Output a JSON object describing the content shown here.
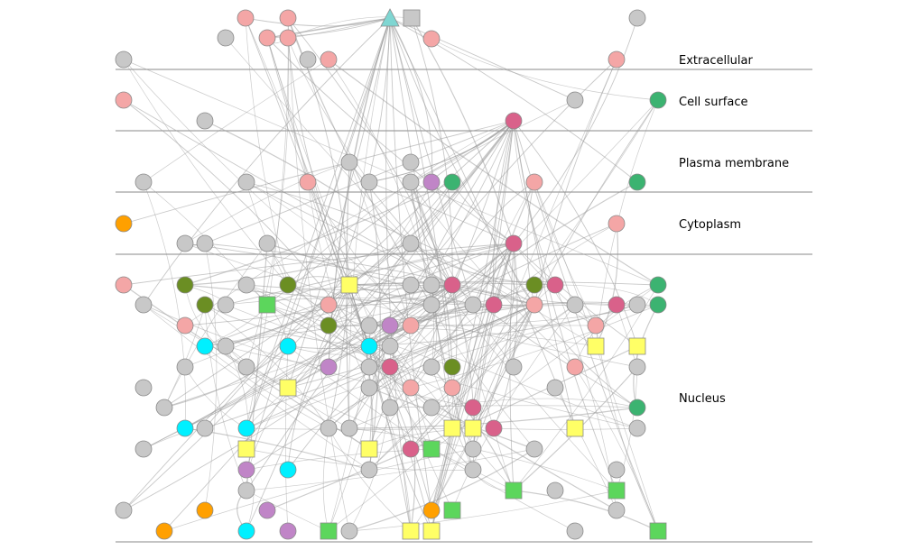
{
  "diagram": {
    "compartments": [
      {
        "id": "extracellular",
        "label": "Extracellular"
      },
      {
        "id": "cell_surface",
        "label": "Cell surface"
      },
      {
        "id": "plasma_membrane",
        "label": "Plasma membrane"
      },
      {
        "id": "cytoplasm",
        "label": "Cytoplasm"
      },
      {
        "id": "nucleus",
        "label": "Nucleus"
      }
    ],
    "colors": {
      "pink": "#f4a6a6",
      "gray": "#c8c8c8",
      "teal": "#7fd6d2",
      "green": "#3cb371",
      "rose": "#d9618a",
      "olive": "#6b8e23",
      "yellow": "#ffff66",
      "lime": "#5cd65c",
      "cyan": "#00f0ff",
      "purple": "#c085c7",
      "orange": "#ffa000",
      "edge": "#9a9a9a",
      "band_line": "#888888"
    },
    "node_shapes": [
      "circle",
      "square",
      "triangle"
    ]
  }
}
